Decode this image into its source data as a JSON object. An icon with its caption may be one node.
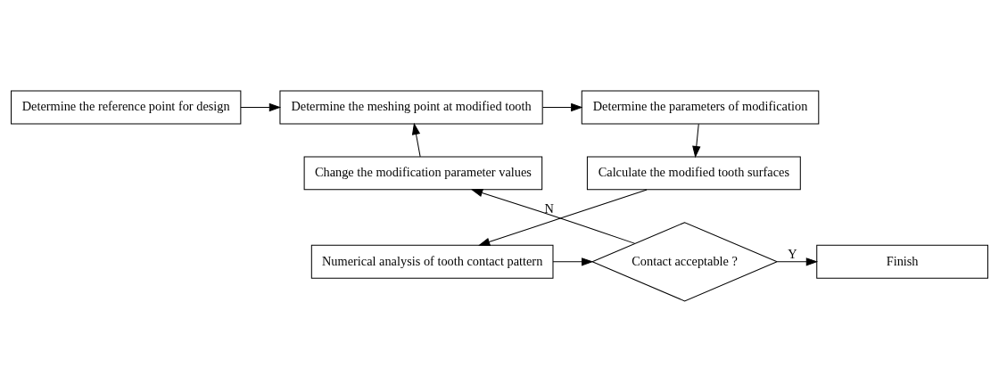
{
  "diagram": {
    "nodes": [
      {
        "text": [
          "Determine the reference point for design"
        ]
      },
      {
        "text": [
          "Determine the meshing point at modified tooth"
        ]
      },
      {
        "text": [
          "Determine the parameters of modification"
        ]
      },
      {
        "text": [
          "Change the modification parameter values"
        ]
      },
      {
        "text": [
          "Calculate the modified tooth surfaces"
        ]
      },
      {
        "text": [
          "Finish"
        ]
      },
      {
        "text": [
          "Contact acceptable ?"
        ]
      },
      {
        "text": [
          "Numerical analysis of tooth contact pattern"
        ]
      }
    ],
    "edges": [
      {
        "from": 0,
        "to": 1,
        "arrow": "to"
      },
      {
        "from": 1,
        "to": 2,
        "arrow": "to"
      },
      {
        "from": 2,
        "to": 4,
        "arrow": "to"
      },
      {
        "from": 4,
        "to": 7,
        "arrow": "to"
      },
      {
        "from": 7,
        "to": 6,
        "arrow": "to"
      },
      {
        "from": 6,
        "to": 5,
        "arrow": "to",
        "label": "Y"
      },
      {
        "from": 6,
        "to": 3,
        "arrow": "to",
        "label": "N"
      },
      {
        "from": 3,
        "to": 1,
        "arrow": "to"
      }
    ]
  }
}
